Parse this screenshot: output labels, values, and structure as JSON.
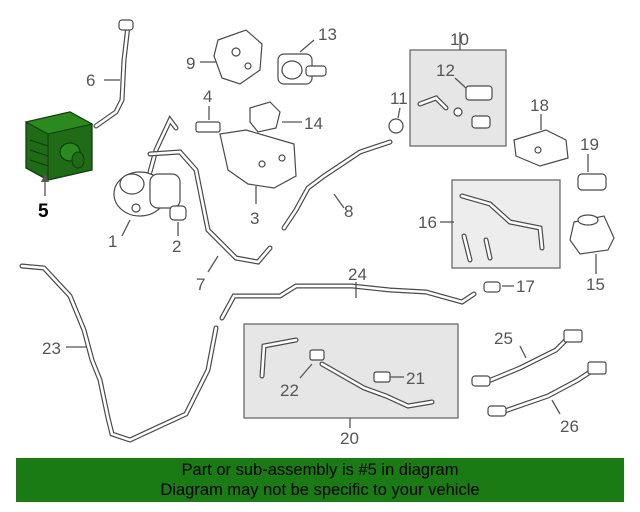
{
  "colors": {
    "highlight_part": "#1f6b16",
    "footer_background": "#1a7a14",
    "line": "#4a4a4a",
    "callout": "#555555"
  },
  "callouts": {
    "c1": "1",
    "c2": "2",
    "c3": "3",
    "c4": "4",
    "c5": "5",
    "c6": "6",
    "c7": "7",
    "c8": "8",
    "c9": "9",
    "c10": "10",
    "c11": "11",
    "c12": "12",
    "c13": "13",
    "c14": "14",
    "c15": "15",
    "c16": "16",
    "c17": "17",
    "c18": "18",
    "c19": "19",
    "c20": "20",
    "c21": "21",
    "c22": "22",
    "c23": "23",
    "c24": "24",
    "c25": "25",
    "c26": "26"
  },
  "footer": {
    "line1": "Part or sub-assembly is #5 in diagram",
    "line2": "Diagram may not be specific to your vehicle"
  }
}
